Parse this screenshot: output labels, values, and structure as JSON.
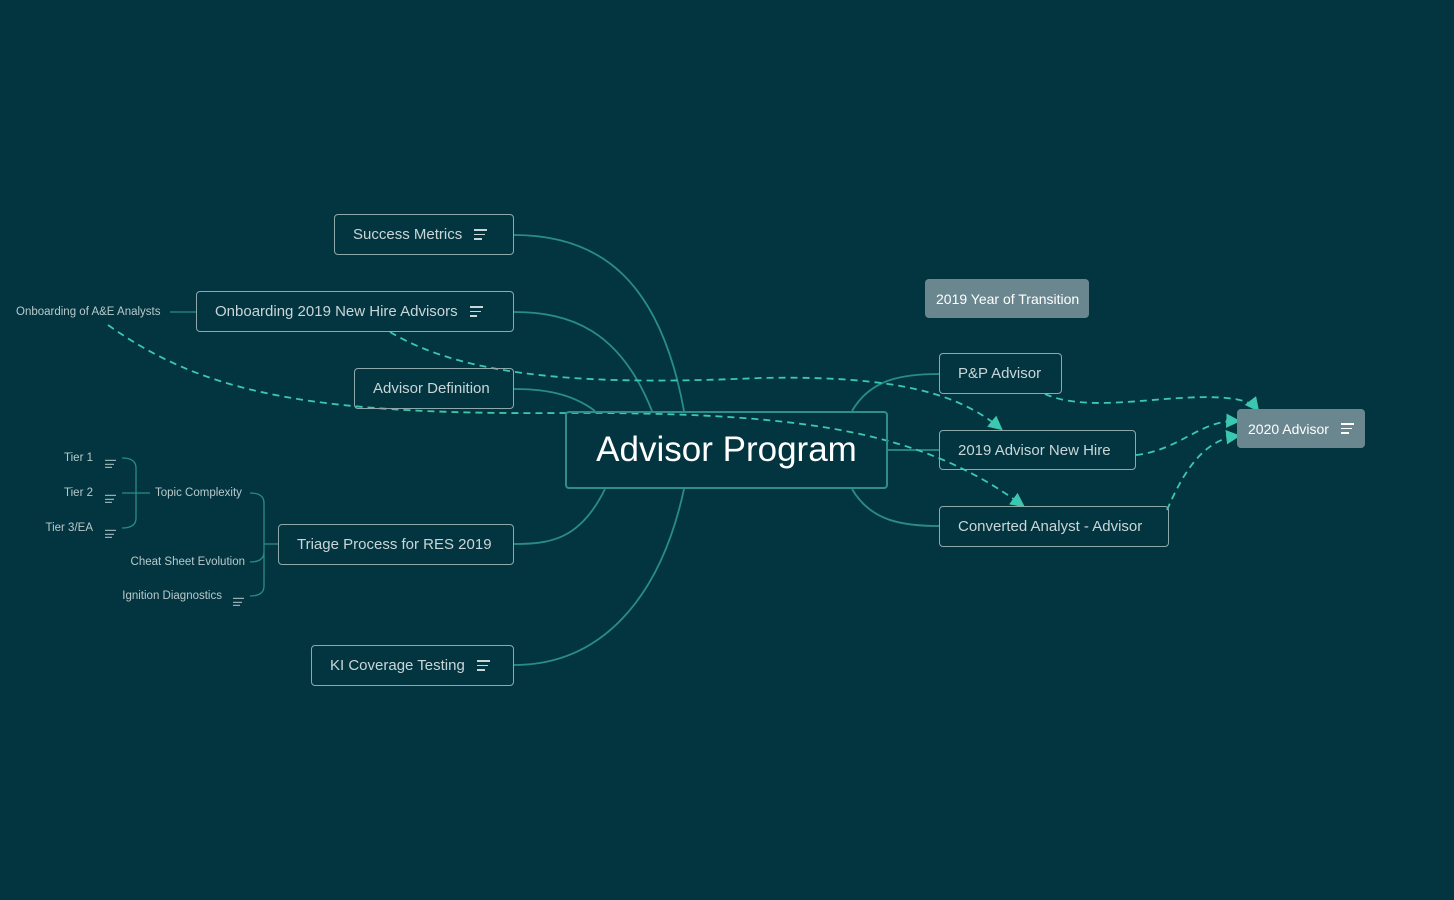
{
  "root": "Advisor Program",
  "left_topics": [
    {
      "label": "Success Metrics",
      "has_notes": true
    },
    {
      "label": "Onboarding 2019 New Hire Advisors",
      "has_notes": true
    },
    {
      "label": "Advisor Definition",
      "has_notes": false
    },
    {
      "label": "Triage Process for RES 2019",
      "has_notes": false
    },
    {
      "label": "KI Coverage Testing",
      "has_notes": true
    }
  ],
  "onboarding_sub": "Onboarding of A&E Analysts",
  "triage_sub": {
    "topic_complexity": "Topic Complexity",
    "tiers": [
      "Tier 1",
      "Tier 2",
      "Tier 3/EA"
    ],
    "cheat_sheet": "Cheat Sheet Evolution",
    "ignition": "Ignition Diagnostics"
  },
  "right_topics": [
    "P&P Advisor",
    "2019 Advisor New Hire",
    "Converted Analyst - Advisor"
  ],
  "floating": {
    "transition": "2019 Year of Transition",
    "advisor_2020": "2020 Advisor"
  },
  "colors": {
    "background": "#033541",
    "branch": "#2a8c86",
    "relationship": "#3cc8b0",
    "floating": "#6a8790"
  }
}
